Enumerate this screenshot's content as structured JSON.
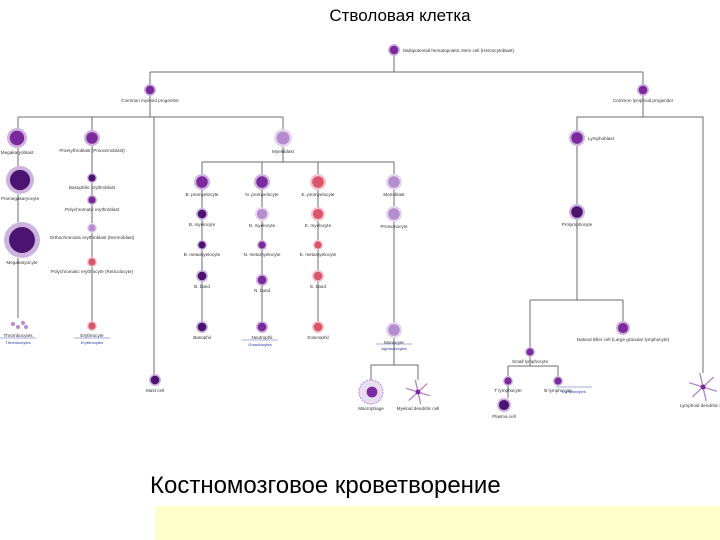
{
  "slide": {
    "title": "Стволовая клетка",
    "caption": "Костномозговое кроветворение"
  },
  "colors": {
    "line": "#6b6b78",
    "cell_dark": "#4a1470",
    "cell_mid": "#7a2a9c",
    "cell_light": "#b58ccf",
    "cell_pink": "#d9556b",
    "label_blue": "#2233aa",
    "footer_band": "#ffffcc"
  },
  "nodes": [
    {
      "id": "hsc",
      "label": "Multipotential hematopoietic stem cell (Hemocytoblast)",
      "style": "mid"
    },
    {
      "id": "cmp",
      "label": "Common myeloid progenitor",
      "style": "mid"
    },
    {
      "id": "clp",
      "label": "Common lymphoid progenitor",
      "style": "mid"
    },
    {
      "id": "megakaryoblast",
      "label": "Megakaryoblast",
      "style": "mid"
    },
    {
      "id": "promegakaryocyte",
      "label": "Promegakaryocyte",
      "style": "dark"
    },
    {
      "id": "megakaryocyte",
      "label": "Megakaryocyte",
      "style": "dark"
    },
    {
      "id": "thrombocytes",
      "label": "Thrombocytes",
      "style": "platelets"
    },
    {
      "id": "proerythroblast",
      "label": "Proerythroblast (Pronormoblast)",
      "style": "mid"
    },
    {
      "id": "basophilic_erythroblast",
      "label": "Basophilic erythroblast",
      "style": "dark"
    },
    {
      "id": "polychromatic_erythroblast",
      "label": "Polychromatic erythroblast",
      "style": "mid"
    },
    {
      "id": "orthochromatic_erythroblast",
      "label": "Orthochromatic erythroblast (Normoblast)",
      "style": "light"
    },
    {
      "id": "polychromatic_erythrocyte",
      "label": "Polychromatic erythrocyte (Reticulocyte)",
      "style": "pink"
    },
    {
      "id": "erythrocyte",
      "label": "Erythrocyte",
      "style": "pink"
    },
    {
      "id": "myeloblast",
      "label": "Myeloblast",
      "style": "light"
    },
    {
      "id": "b_promyelocyte",
      "label": "B. promyelocyte",
      "style": "mid"
    },
    {
      "id": "n_promyelocyte",
      "label": "N. promyelocyte",
      "style": "mid"
    },
    {
      "id": "e_promyelocyte",
      "label": "E. promyelocyte",
      "style": "pink"
    },
    {
      "id": "monoblast",
      "label": "Monoblast",
      "style": "light"
    },
    {
      "id": "b_myelocyte",
      "label": "B. myelocyte",
      "style": "dark"
    },
    {
      "id": "n_myelocyte",
      "label": "N. myelocyte",
      "style": "light"
    },
    {
      "id": "e_myelocyte",
      "label": "E. myelocyte",
      "style": "pink"
    },
    {
      "id": "promonocyte",
      "label": "Promonocyte",
      "style": "light"
    },
    {
      "id": "b_metamyelocyte",
      "label": "B. metamyelocyte",
      "style": "dark"
    },
    {
      "id": "n_metamyelocyte",
      "label": "N. metamyelocyte",
      "style": "mid"
    },
    {
      "id": "e_metamyelocyte",
      "label": "E. metamyelocyte",
      "style": "pink"
    },
    {
      "id": "b_band",
      "label": "B. band",
      "style": "dark"
    },
    {
      "id": "n_band",
      "label": "N. band",
      "style": "mid"
    },
    {
      "id": "e_band",
      "label": "E. band",
      "style": "pink"
    },
    {
      "id": "basophil",
      "label": "Basophil",
      "style": "dark"
    },
    {
      "id": "neutrophil",
      "label": "Neutrophil",
      "style": "mid"
    },
    {
      "id": "eosinophil",
      "label": "Eosinophil",
      "style": "pink"
    },
    {
      "id": "monocyte",
      "label": "Monocyte",
      "style": "light"
    },
    {
      "id": "mast_cell",
      "label": "Mast cell",
      "style": "dark"
    },
    {
      "id": "macrophage",
      "label": "Macrophage",
      "style": "macro"
    },
    {
      "id": "myeloid_dendritic",
      "label": "Myeloid dendritic cell",
      "style": "star"
    },
    {
      "id": "lymphoblast",
      "label": "Lymphoblast",
      "style": "mid"
    },
    {
      "id": "prolymphocyte",
      "label": "Prolymphocyte",
      "style": "dark"
    },
    {
      "id": "nk_cell",
      "label": "Natural killer cell (Large granular lymphocyte)",
      "style": "mid"
    },
    {
      "id": "small_lymphocyte",
      "label": "Small lymphocyte",
      "style": "mid"
    },
    {
      "id": "t_lymphocyte",
      "label": "T lymphocyte",
      "style": "mid"
    },
    {
      "id": "b_lymphocyte",
      "label": "B lymphocyte",
      "style": "mid"
    },
    {
      "id": "plasma_cell",
      "label": "Plasma cell",
      "style": "dark"
    },
    {
      "id": "lymphoid_dendritic",
      "label": "Lymphoid dendritic cell",
      "style": "star"
    }
  ],
  "group_labels": {
    "thrombocytes": "Thrombocytes",
    "erythrocytes": "Erythrocytes",
    "granulocytes": "Granulocytes",
    "agranulocytes": "Agranulocytes",
    "lymphocytes": "Lymphocytes"
  }
}
